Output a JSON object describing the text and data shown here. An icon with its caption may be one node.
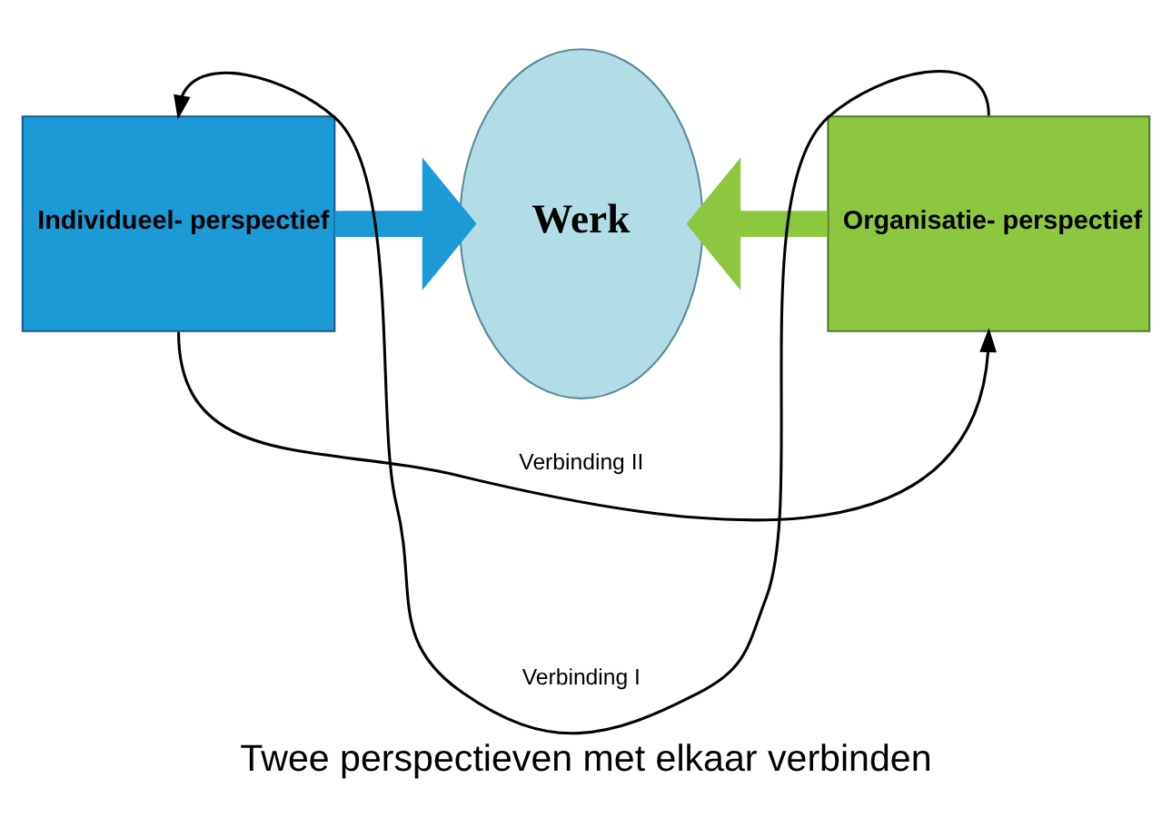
{
  "diagram": {
    "caption": "Twee perspectieven met elkaar verbinden",
    "nodes": [
      {
        "text": [
          "Individueel- perspectief"
        ]
      },
      {
        "text": [
          "Werk"
        ]
      },
      {
        "text": [
          "Organisatie- perspectief"
        ]
      }
    ],
    "edges": [
      {
        "from": 2,
        "to": 0,
        "arrow": "to",
        "label": "Verbinding I"
      },
      {
        "from": 0,
        "to": 1,
        "arrow": "to",
        "style": "thick",
        "color": "#1b9ad6"
      },
      {
        "from": 2,
        "to": 1,
        "arrow": "to",
        "style": "thick",
        "color": "#8dc63f"
      },
      {
        "from": 0,
        "to": 2,
        "arrow": "to",
        "label": "Verbinding II"
      }
    ]
  }
}
